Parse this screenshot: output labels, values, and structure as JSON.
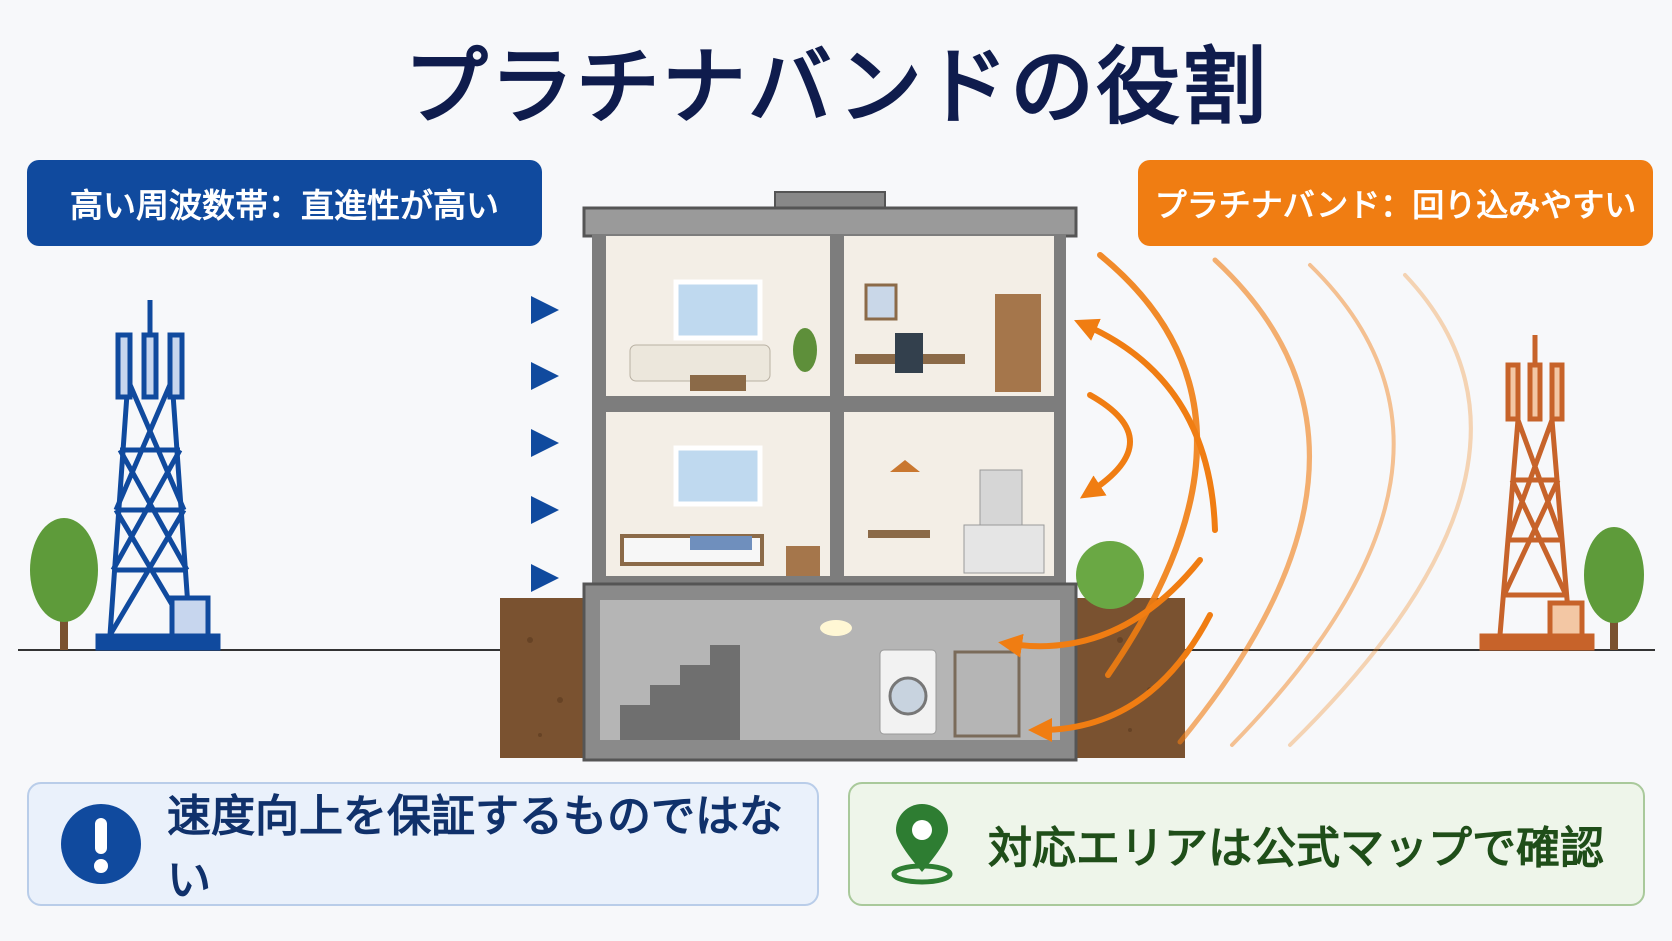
{
  "title": "プラチナバンドの役割",
  "label_high_frequency": "高い周波数帯：直進性が高い",
  "label_platinum_band": "プラチナバンド：回り込みやすい",
  "note_left": {
    "icon": "exclamation-icon",
    "text": "速度向上を保証するものではない"
  },
  "note_right": {
    "icon": "map-pin-icon",
    "text": "対応エリアは公式マップで確認"
  },
  "colors": {
    "title": "#0f1c4d",
    "high_frequency": "#104a9e",
    "platinum_band": "#f07d12",
    "note_left_bg": "#eaf1fb",
    "note_right_bg": "#eef5ea"
  }
}
